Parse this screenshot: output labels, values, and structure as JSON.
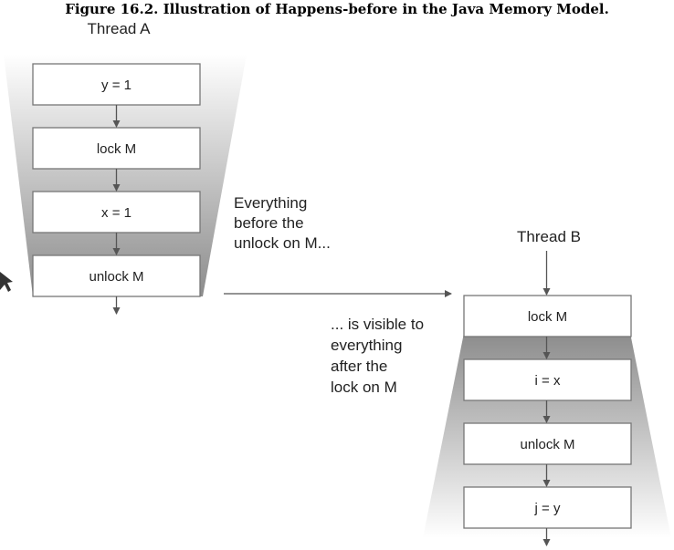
{
  "caption": "Figure 16.2. Illustration of Happens-before in the Java Memory Model.",
  "thread_a": {
    "title": "Thread A",
    "steps": [
      "y = 1",
      "lock M",
      "x = 1",
      "unlock M"
    ]
  },
  "thread_b": {
    "title": "Thread B",
    "steps": [
      "lock M",
      "i = x",
      "unlock M",
      "j = y"
    ]
  },
  "annotations": {
    "before": [
      "Everything",
      "before the",
      "unlock on M..."
    ],
    "after": [
      "... is visible to",
      "everything",
      "after the",
      "lock on M"
    ]
  },
  "colors": {
    "funnel_dark": "#8c8c8c",
    "funnel_light": "#ffffff",
    "box_fill": "#ffffff",
    "line": "#555555"
  }
}
